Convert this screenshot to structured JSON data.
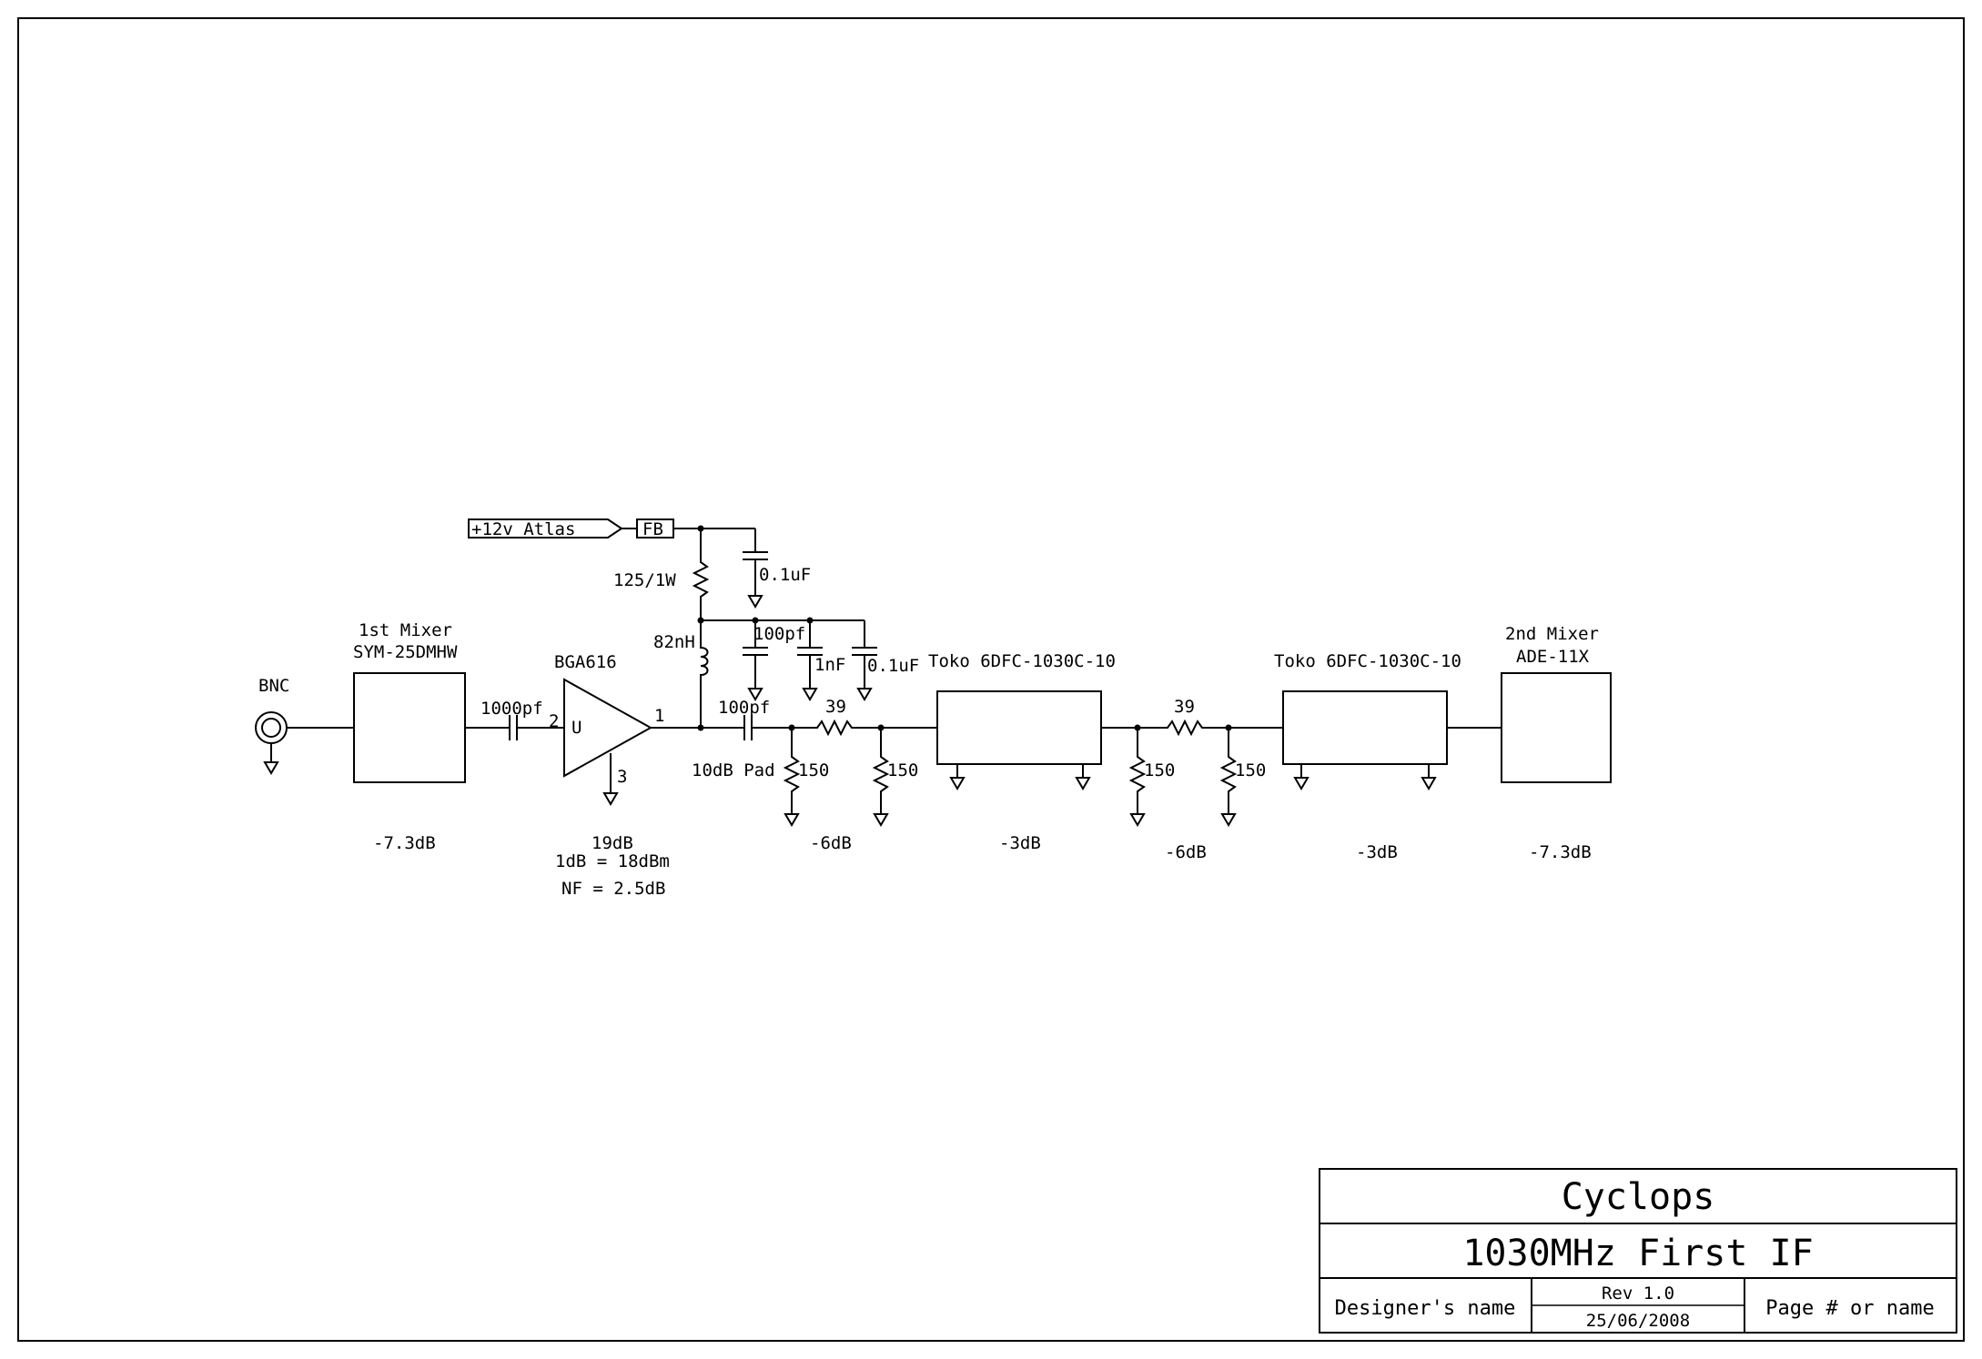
{
  "title_block": {
    "project": "Cyclops",
    "sheet_title": "1030MHz First IF",
    "designer": "Designer's name",
    "revision": "Rev 1.0",
    "date": "25/06/2008",
    "page": "Page # or name"
  },
  "labels": {
    "bnc": "BNC",
    "mixer1_name": "1st Mixer",
    "mixer1_part": "SYM-25DMHW",
    "coupling_cap": "1000pf",
    "amp_part": "BGA616",
    "amp_pin_in": "2",
    "amp_pin_u": "U",
    "amp_pin_out": "1",
    "amp_pin_gnd": "3",
    "supply": "+12v Atlas",
    "ferrite": "FB",
    "bias_resistor": "125/1W",
    "choke": "82nH",
    "decoupling_top": "0.1uF",
    "decoupling_100pf": "100pf",
    "decoupling_1nf": "1nF",
    "decoupling_01uf": "0.1uF",
    "output_cap": "100pf",
    "pad_label": "10dB Pad",
    "pad1_series": "39",
    "pad1_shunt_a": "150",
    "pad1_shunt_b": "150",
    "filter1": "Toko 6DFC-1030C-10",
    "pad2_series": "39",
    "pad2_shunt_a": "150",
    "pad2_shunt_b": "150",
    "filter2": "Toko 6DFC-1030C-10",
    "mixer2_name": "2nd Mixer",
    "mixer2_part": "ADE-11X"
  },
  "gains": {
    "mixer1": "-7.3dB",
    "amp_gain": "19dB",
    "amp_p1db": "1dB = 18dBm",
    "amp_nf": "NF = 2.5dB",
    "pad1": "-6dB",
    "filter1": "-3dB",
    "pad2": "-6dB",
    "filter2": "-3dB",
    "mixer2": "-7.3dB"
  }
}
